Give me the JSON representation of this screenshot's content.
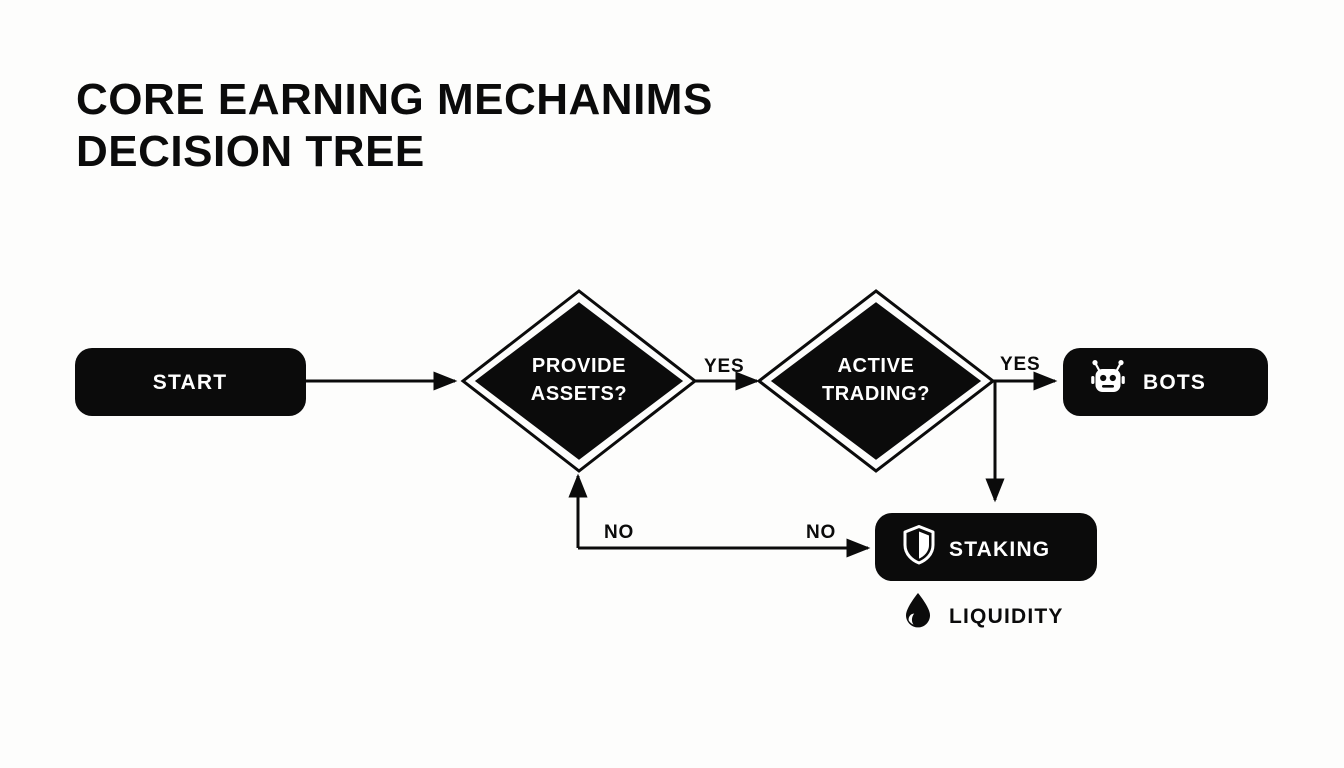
{
  "page": {
    "background_color": "#fdfdfc",
    "ink_color": "#0b0b0b",
    "node_text_color": "#ffffff"
  },
  "title": {
    "line1": "CORE EARNING MECHANIMS",
    "line2": "DECISION TREE"
  },
  "nodes": {
    "start": {
      "label": "START",
      "shape": "rounded-rect",
      "fill": "#0b0b0b",
      "text_color": "#ffffff"
    },
    "provide_assets": {
      "label_line1": "PROVIDE",
      "label_line2": "ASSETS?",
      "shape": "diamond",
      "fill": "#0b0b0b",
      "text_color": "#ffffff"
    },
    "active_trading": {
      "label_line1": "ACTIVE",
      "label_line2": "TRADING?",
      "shape": "diamond",
      "fill": "#0b0b0b",
      "text_color": "#ffffff"
    },
    "bots": {
      "label": "BOTS",
      "icon": "robot-icon",
      "shape": "rounded-rect",
      "fill": "#0b0b0b",
      "text_color": "#ffffff"
    },
    "staking": {
      "label": "STAKING",
      "icon": "shield-icon",
      "shape": "rounded-rect",
      "fill": "#0b0b0b",
      "text_color": "#ffffff"
    },
    "liquidity": {
      "label": "LIQUIDITY",
      "icon": "droplet-icon",
      "shape": "plain-text",
      "text_color": "#0b0b0b"
    }
  },
  "edges": [
    {
      "from": "start",
      "to": "provide_assets",
      "label": ""
    },
    {
      "from": "provide_assets",
      "to": "active_trading",
      "label": "YES"
    },
    {
      "from": "active_trading",
      "to": "bots",
      "label": "YES"
    },
    {
      "from": "active_trading",
      "to": "staking",
      "label": ""
    },
    {
      "from": "provide_assets",
      "to": "staking",
      "label": "NO"
    },
    {
      "from": "staking",
      "to": "provide_assets",
      "label": "NO"
    }
  ],
  "edge_labels": {
    "yes_1": "YES",
    "yes_2": "YES",
    "no_1": "NO",
    "no_2": "NO"
  }
}
